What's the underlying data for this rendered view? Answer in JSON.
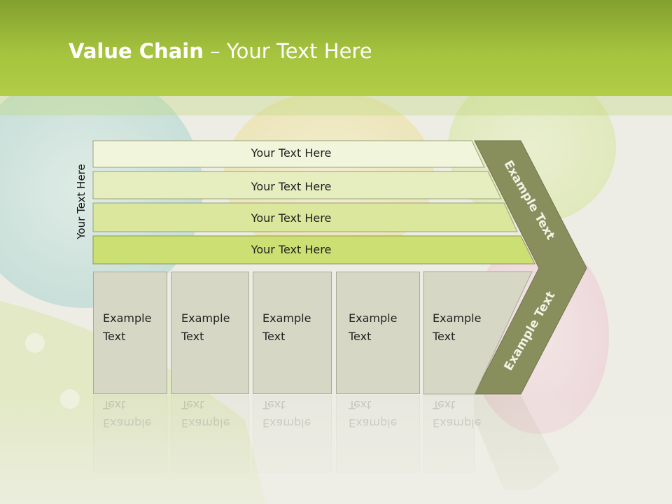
{
  "title": {
    "bold": "Value Chain",
    "rest": " – Your Text Here"
  },
  "side_label": "Your Text Here",
  "bars": [
    {
      "label": "Your Text Here",
      "color": "#f1f5dc"
    },
    {
      "label": "Your Text Here",
      "color": "#e6eec0"
    },
    {
      "label": "Your Text Here",
      "color": "#dbe79c"
    },
    {
      "label": "Your Text Here",
      "color": "#cbdf72"
    }
  ],
  "columns": [
    {
      "line1": "Example",
      "line2": "Text"
    },
    {
      "line1": "Example",
      "line2": "Text"
    },
    {
      "line1": "Example",
      "line2": "Text"
    },
    {
      "line1": "Example",
      "line2": "Text"
    },
    {
      "line1": "Example",
      "line2": "Text"
    }
  ],
  "chevron": {
    "upper": "Example Text",
    "lower": "Example Text",
    "color": "#888e5c"
  },
  "colors": {
    "header": "#9ab836",
    "box": "#d6d7c5"
  }
}
